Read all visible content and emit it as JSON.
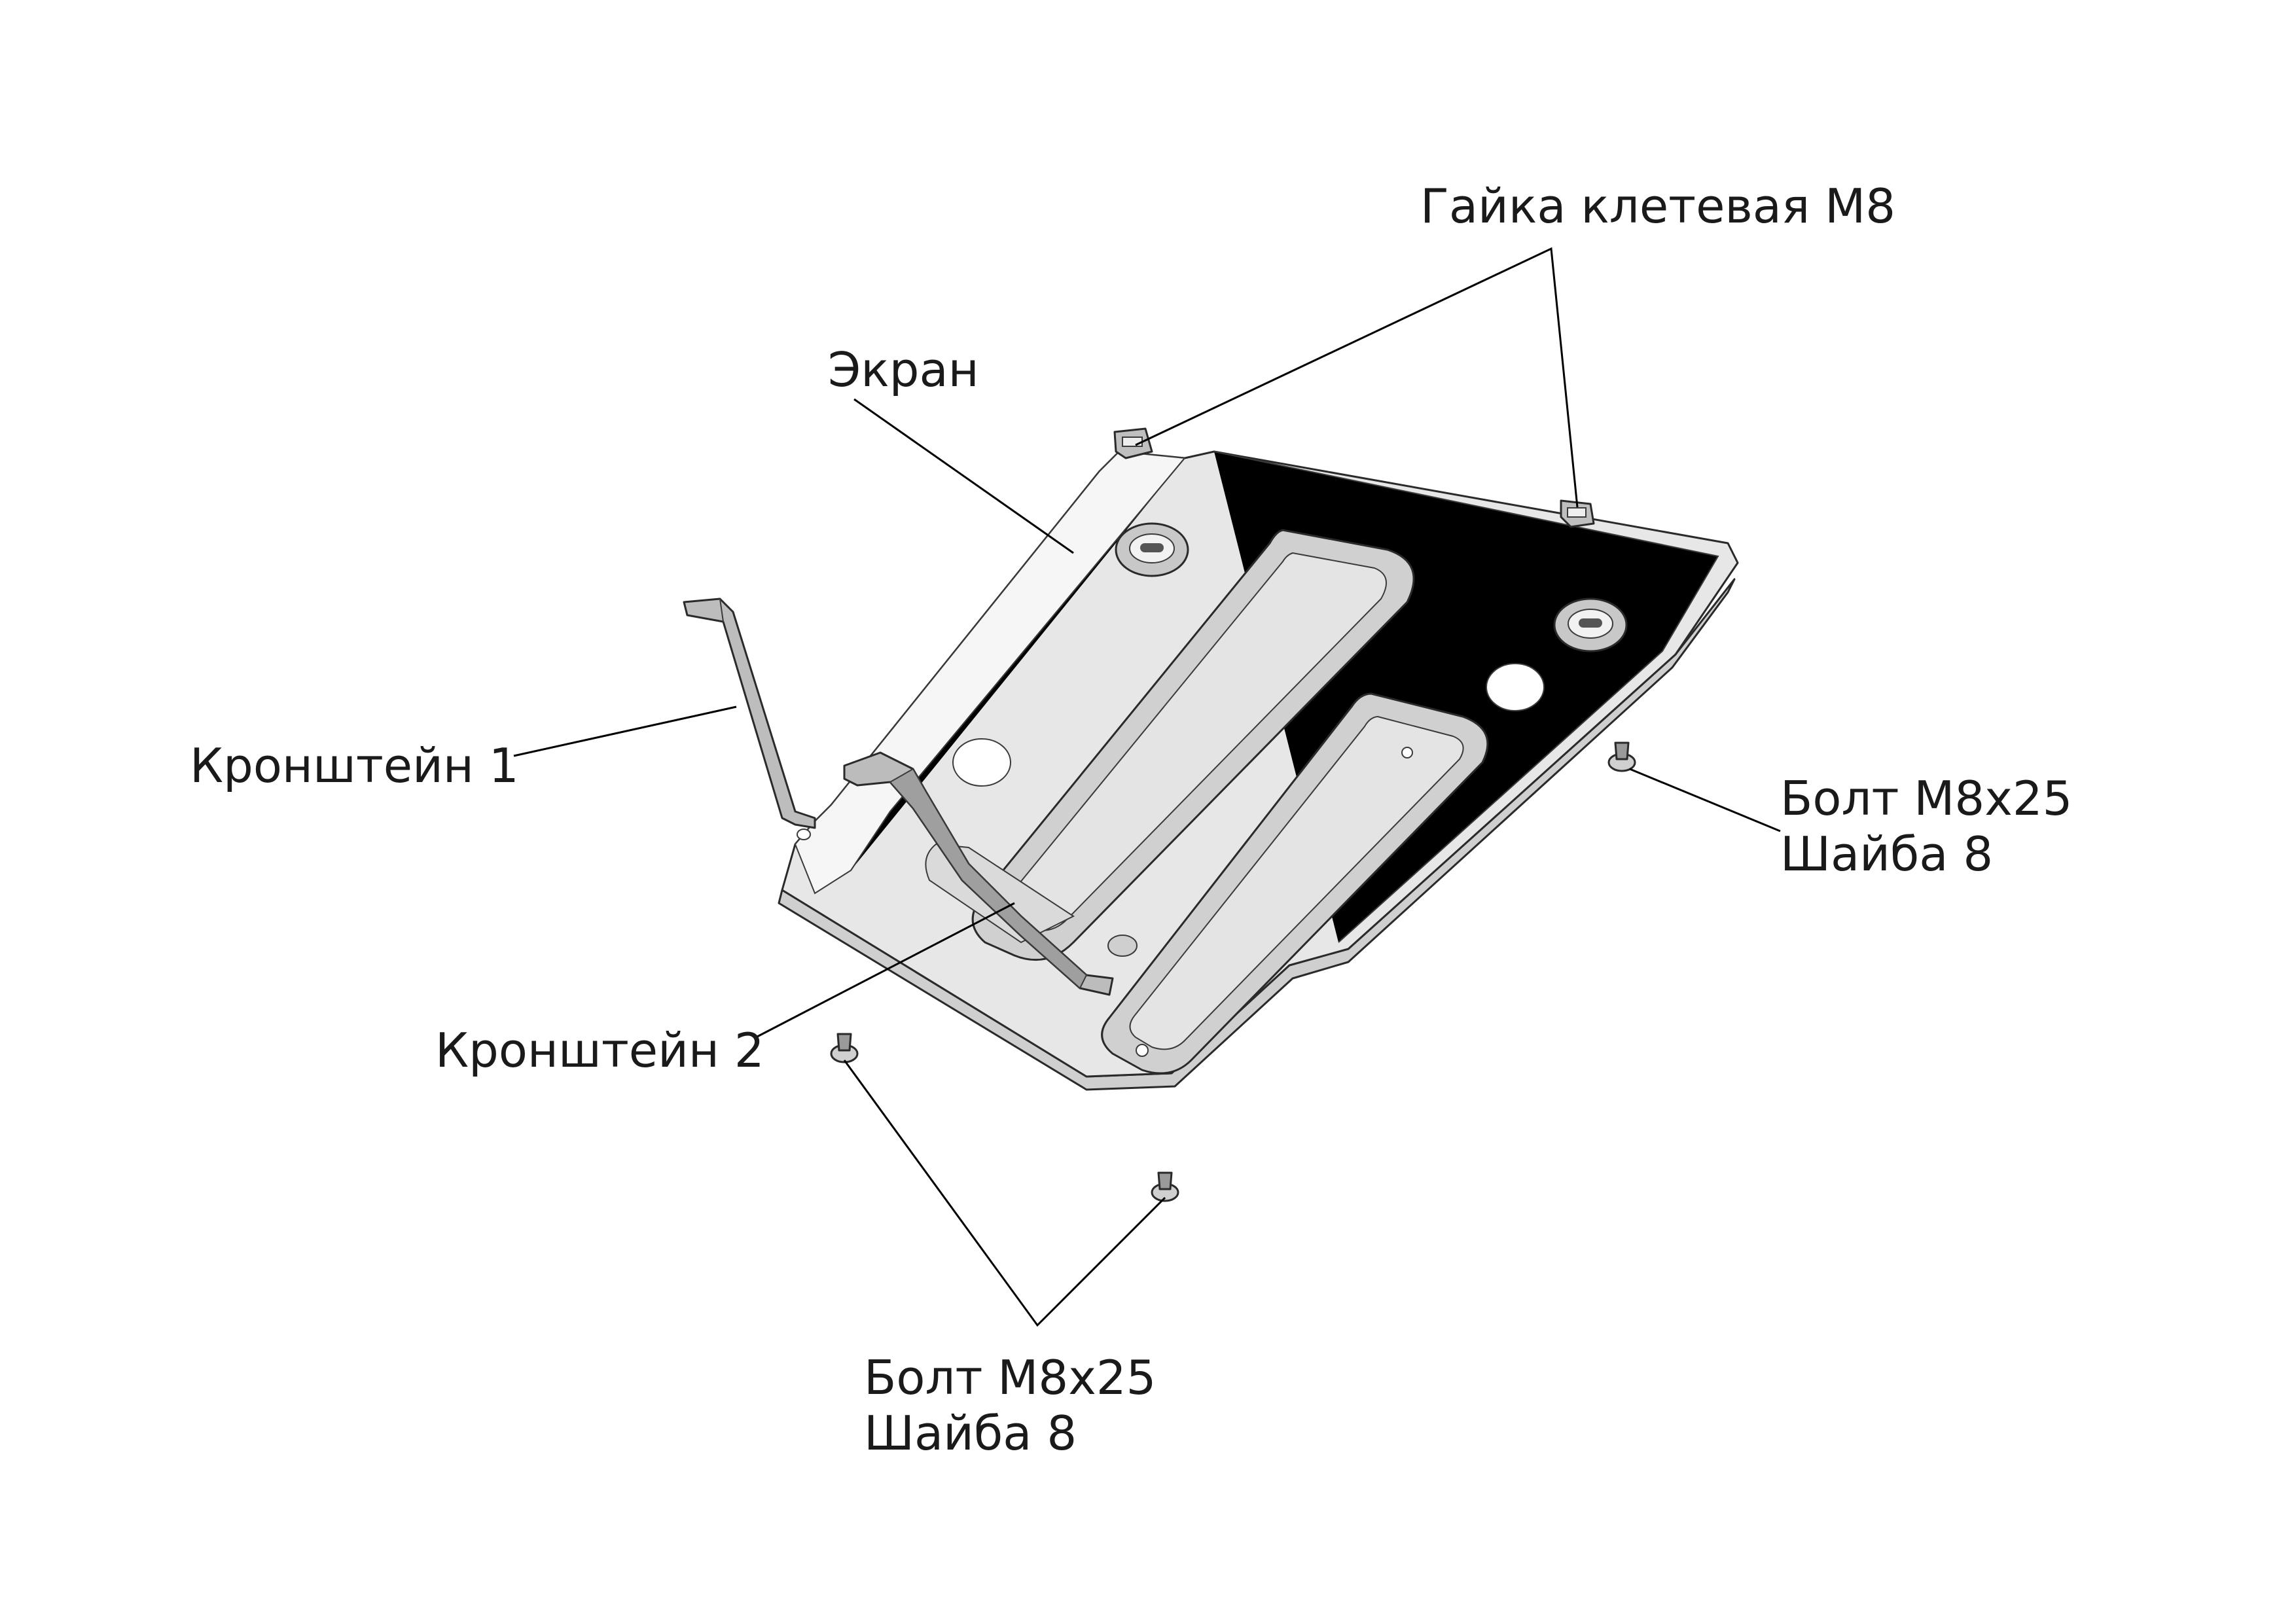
{
  "labels": {
    "cage_nut": "Гайка клетевая М8",
    "screen": "Экран",
    "bracket_1": "Кронштейн 1",
    "bracket_2": "Кронштейн 2",
    "bolt_right_line1": "Болт М8х25",
    "bolt_right_line2": "Шайба 8",
    "bolt_bottom_line1": "Болт М8х25",
    "bolt_bottom_line2": "Шайба 8"
  },
  "colors": {
    "plate_fill": "#e6e6e6",
    "plate_edge": "#f4f4f4",
    "rib_fill": "#d2d2d2",
    "hole_fill": "#ffffff",
    "bracket_fill": "#bdbdbd",
    "line": "#000000"
  }
}
